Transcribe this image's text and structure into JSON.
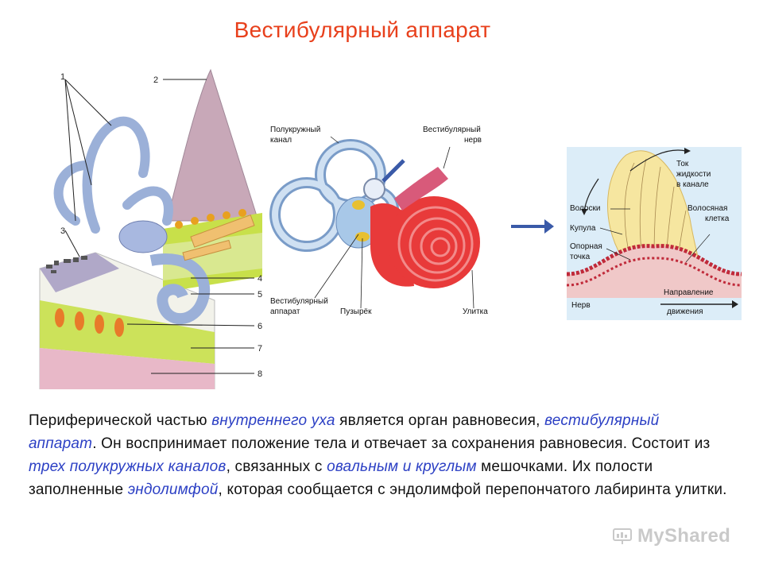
{
  "title": "Вестибулярный аппарат",
  "figure_left": {
    "labels": [
      "1",
      "2",
      "3",
      "4",
      "5",
      "6",
      "7",
      "8"
    ]
  },
  "figure_middle": {
    "labels": {
      "canal": "Полукружный канал",
      "canal_line1": "Полукружный",
      "canal_line2": "канал",
      "nerve_line1": "Вестибулярный",
      "nerve_line2": "нерв",
      "apparatus_line1": "Вестибулярный",
      "apparatus_line2": "аппарат",
      "vesicle": "Пузырёк",
      "cochlea": "Улитка"
    }
  },
  "figure_right": {
    "labels": {
      "flow_line1": "Ток",
      "flow_line2": "жидкости",
      "flow_line3": "в канале",
      "hairs": "Волоски",
      "cupula": "Купула",
      "hair_cell_line1": "Волосяная",
      "hair_cell_line2": "клетка",
      "support_line1": "Опорная",
      "support_line2": "точка",
      "direction_line1": "Направление",
      "direction_line2": "движения",
      "nerve": "Нерв"
    }
  },
  "paragraph": {
    "s1": "Периферической частью ",
    "h1": "внутреннего уха",
    "s2": " является орган равновесия, ",
    "h2": "вестибулярный аппарат",
    "s3": ". Он воспринимает положение тела и отвечает за сохранения равновесия. Состоит из ",
    "h3": "трех полукружных каналов",
    "s4": ", связанных с ",
    "h4": "овальным и круглым",
    "s5": " мешочками. Их полости заполненные ",
    "h5": "эндолимфой",
    "s6": ", которая сообщается с эндолимфой перепончатого лабиринта улитки."
  },
  "logo": {
    "text": "MyShared",
    "icon": "presentation-icon"
  },
  "colors": {
    "title": "#e8401c",
    "highlight": "#2b3fc4",
    "cochlea": "#e83a3a",
    "canal": "#a8c8e8",
    "cupula": "#f6e6a0"
  }
}
